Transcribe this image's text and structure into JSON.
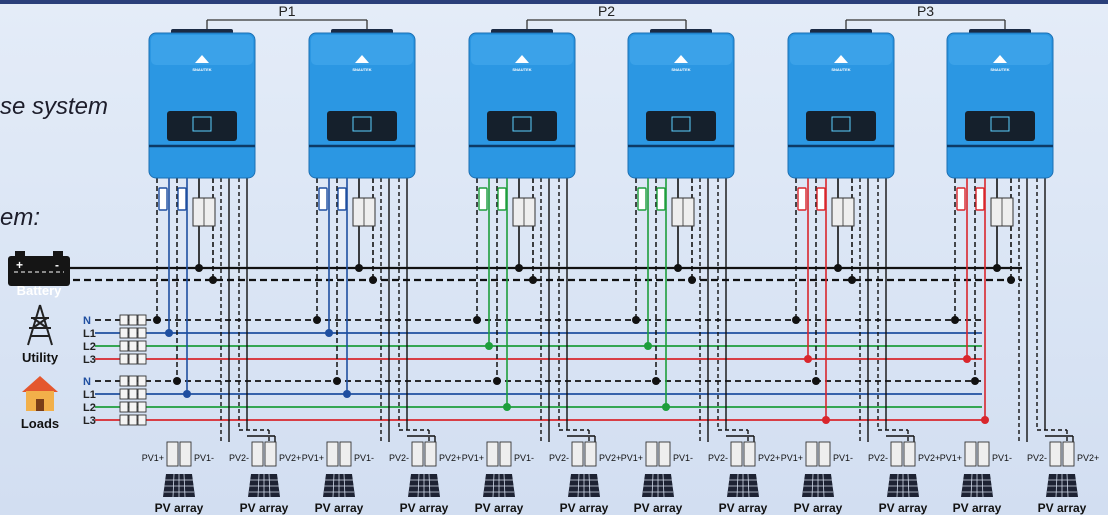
{
  "heading": {
    "line1": "se system",
    "line2": "em:"
  },
  "phases": [
    {
      "label": "P1",
      "color": "#1f4fa0"
    },
    {
      "label": "P2",
      "color": "#1e9e3c"
    },
    {
      "label": "P3",
      "color": "#d9262c"
    }
  ],
  "inverter": {
    "brand_label": "SNAUTEK",
    "body_color": "#2b97e3",
    "screen_color": "#15202c"
  },
  "battery": {
    "label": "Battery",
    "plus": "+",
    "minus": "-"
  },
  "utility": {
    "label": "Utility",
    "icon": "transmission-tower-icon"
  },
  "loads": {
    "label": "Loads",
    "icon": "house-icon"
  },
  "utility_lines": [
    "N",
    "L1",
    "L2",
    "L3"
  ],
  "load_lines": [
    "N",
    "L1",
    "L2",
    "L3"
  ],
  "line_colors": {
    "N": "#111111",
    "L1": "#1f4fa0",
    "L2": "#1e9e3c",
    "L3": "#d9262c",
    "battery": "#111111"
  },
  "pv_terminals": {
    "pv1_plus": "PV1+",
    "pv1_minus": "PV1-",
    "pv2_minus": "PV2-",
    "pv2_plus": "PV2+"
  },
  "pv_array_label": "PV array"
}
